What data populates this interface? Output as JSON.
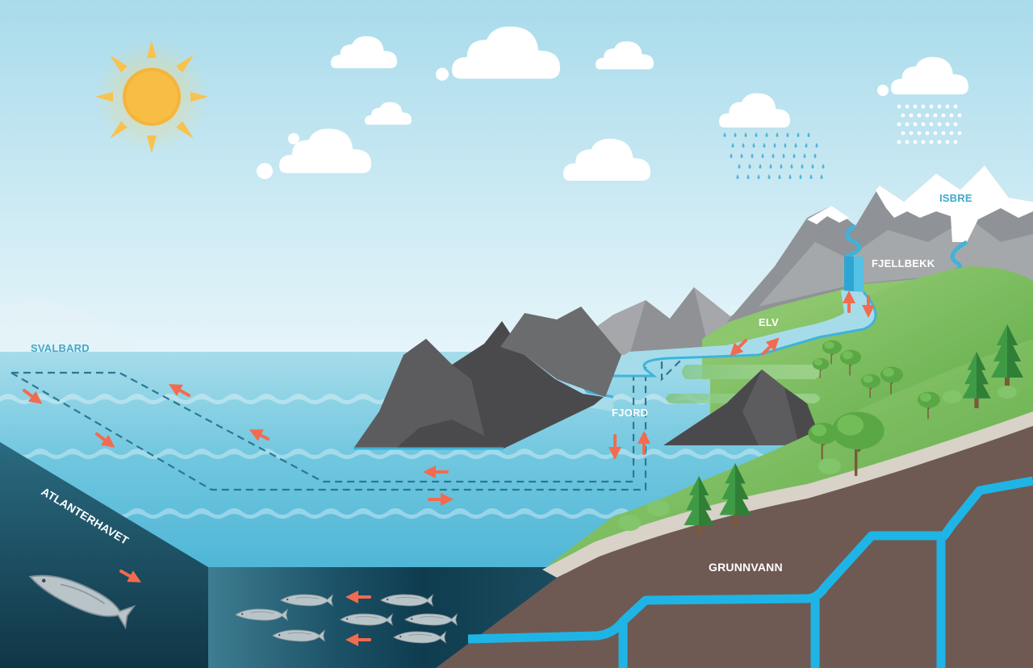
{
  "labels": {
    "svalbard": "SVALBARD",
    "atlanterhavet": "ATLANTERHAVET",
    "fjord": "FJORD",
    "elv": "ELV",
    "fjellbekk": "FJELLBEKK",
    "isbre": "ISBRE",
    "grunnvann": "GRUNNVANN"
  },
  "colors": {
    "sky_top": "#aeddec",
    "sky_bottom": "#e4f4fa",
    "sea_surface": "#9fd9e9",
    "sea_deep": "#0f3f53",
    "label_blue": "#3fa9c9",
    "arrow_orange": "#f26b4f",
    "groundwater_blue": "#1fb4e6",
    "grass_green": "#6fbc54",
    "soil_brown": "#6e5a52",
    "rock_dark": "#4a4a4c"
  },
  "icons": [
    "sun-icon",
    "cloud-icon",
    "rain-icon",
    "snow-icon",
    "salmon-icon",
    "tree-icon",
    "arrow-icon"
  ]
}
